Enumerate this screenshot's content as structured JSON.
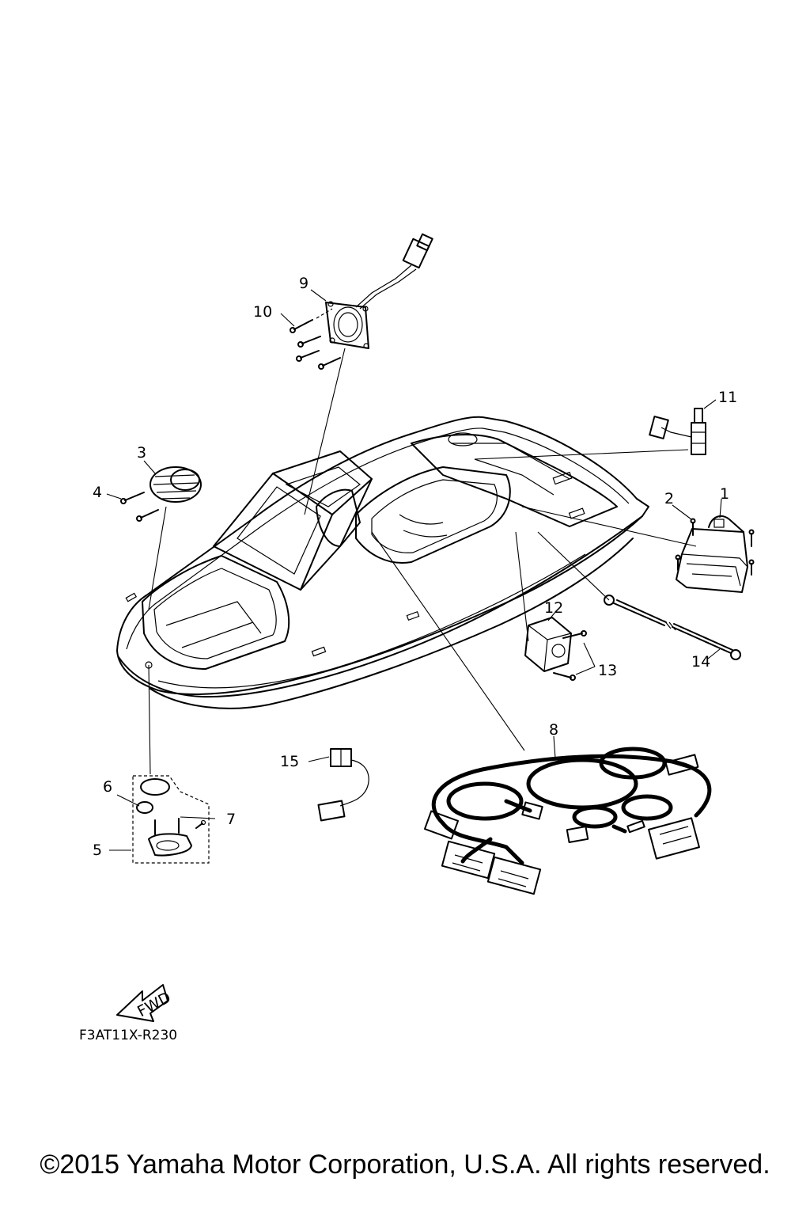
{
  "callouts": {
    "c1": "1",
    "c2": "2",
    "c3": "3",
    "c4": "4",
    "c5": "5",
    "c6": "6",
    "c7": "7",
    "c8": "8",
    "c9": "9",
    "c10": "10",
    "c11": "11",
    "c12": "12",
    "c13": "13",
    "c14": "14",
    "c15": "15"
  },
  "fwd_label": "FWD",
  "diagram_code": "F3AT11X-R230",
  "copyright": "©2015 Yamaha Motor Corporation, U.S.A. All rights reserved."
}
